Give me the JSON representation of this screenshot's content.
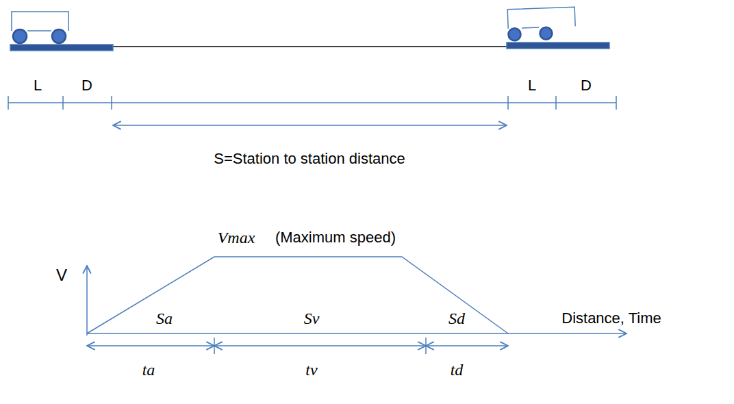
{
  "diagram": {
    "labels": [
      "L",
      "D",
      "L",
      "D",
      "S=Station to station distance",
      "V",
      "Vmax",
      "(Maximum speed)",
      "Sa",
      "Sv",
      "Sd",
      "Distance, Time",
      "ta",
      "tv",
      "td"
    ]
  }
}
